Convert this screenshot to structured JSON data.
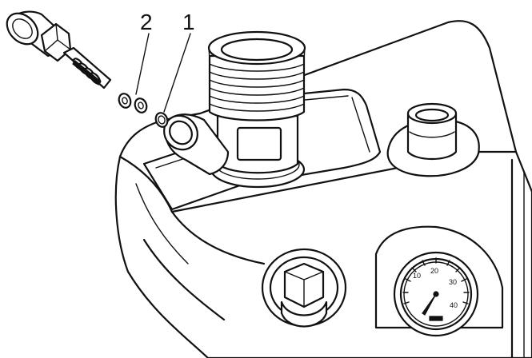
{
  "callouts": [
    {
      "number": "2"
    },
    {
      "number": "1"
    }
  ],
  "gauge": {
    "ticks": [
      "10",
      "20",
      "30",
      "40"
    ]
  }
}
